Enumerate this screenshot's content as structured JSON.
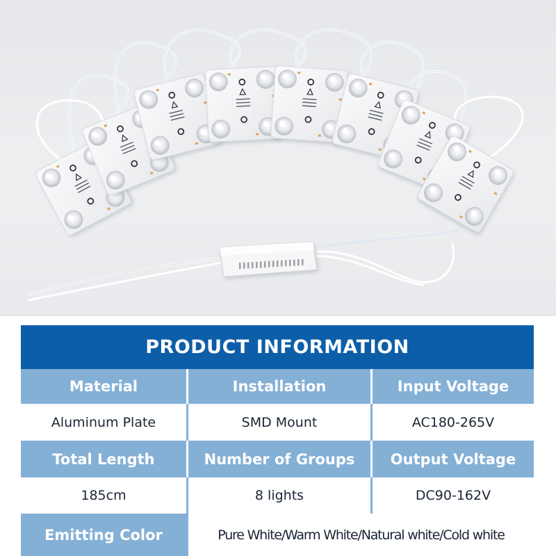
{
  "photo": {
    "alt_icon": "led-module-string-with-driver-icon",
    "module_count": 8,
    "colors": {
      "background": "#e8e9ec",
      "board": "#f7f7f8",
      "wire": "#ffffff"
    }
  },
  "table": {
    "title": "PRODUCT INFORMATION",
    "colors": {
      "title_bg": "#0d5ea9",
      "header_bg": "#84b0d6",
      "value_bg": "#ffffff"
    },
    "rows": [
      {
        "headers": [
          "Material",
          "Installation",
          "Input Voltage"
        ],
        "values": [
          "Aluminum Plate",
          "SMD Mount",
          "AC180-265V"
        ]
      },
      {
        "headers": [
          "Total Length",
          "Number of Groups",
          "Output Voltage"
        ],
        "values": [
          "185cm",
          "8 lights",
          "DC90-162V"
        ]
      }
    ],
    "emitting": {
      "label": "Emitting Color",
      "value": "Pure White/Warm White/Natural white/Cold white"
    }
  }
}
